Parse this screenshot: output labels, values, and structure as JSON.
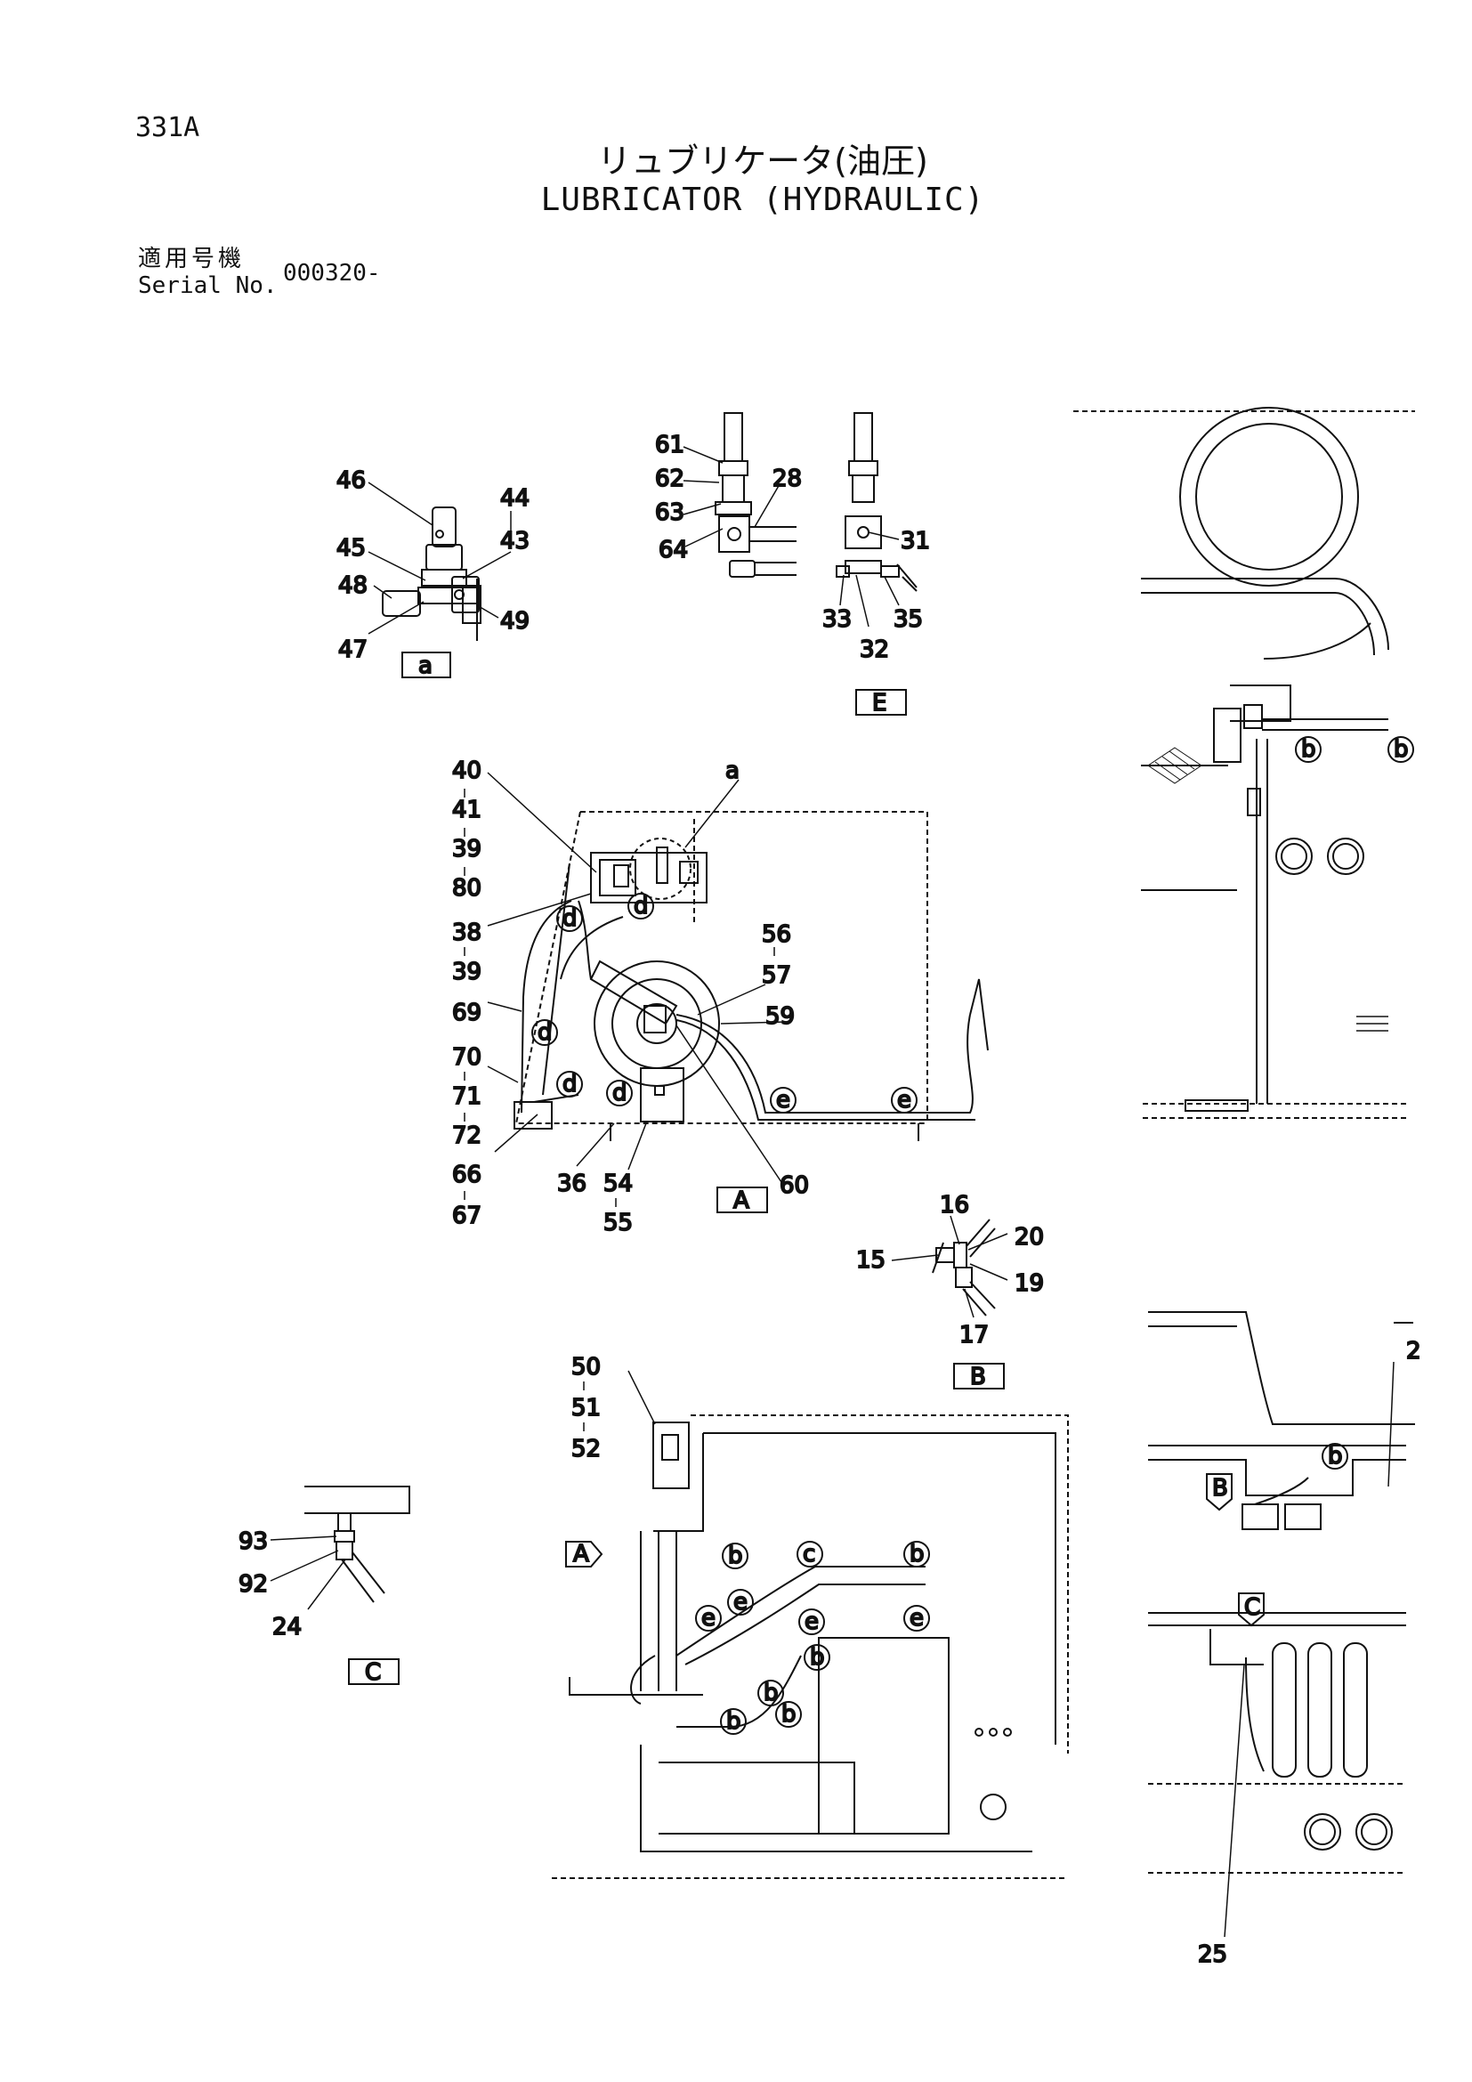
{
  "page": {
    "code": "331A",
    "title_jp": "リュブリケータ(油圧)",
    "title_en": "LUBRICATOR (HYDRAULIC)",
    "serial_label_jp": "適用号機",
    "serial_label_en": "Serial No.",
    "serial_value": "000320-"
  },
  "views": {
    "a": "a",
    "E": "E",
    "A": "A",
    "B": "B",
    "C": "C",
    "ref_a": "a",
    "arrow_A": "A",
    "arrow_B": "B",
    "arrow_C": "C"
  },
  "labels": {
    "n46": "46",
    "n44": "44",
    "n43": "43",
    "n45": "45",
    "n48": "48",
    "n47": "47",
    "n49": "49",
    "n61": "61",
    "n62": "62",
    "n63": "63",
    "n64": "64",
    "n28": "28",
    "n31": "31",
    "n33": "33",
    "n35": "35",
    "n32": "32",
    "n40": "40",
    "n41": "41",
    "n39a": "39",
    "n80": "80",
    "n38": "38",
    "n39b": "39",
    "n69": "69",
    "n70": "70",
    "n71": "71",
    "n72": "72",
    "n66": "66",
    "n67": "67",
    "n36": "36",
    "n54": "54",
    "n55": "55",
    "n60": "60",
    "n56": "56",
    "n57": "57",
    "n59": "59",
    "n16": "16",
    "n20": "20",
    "n15": "15",
    "n19": "19",
    "n17": "17",
    "n50": "50",
    "n51": "51",
    "n52": "52",
    "n93": "93",
    "n92": "92",
    "n24": "24",
    "n25": "25",
    "n2": "2"
  },
  "circles": {
    "b": "b",
    "c": "c",
    "d": "d",
    "e": "e"
  }
}
